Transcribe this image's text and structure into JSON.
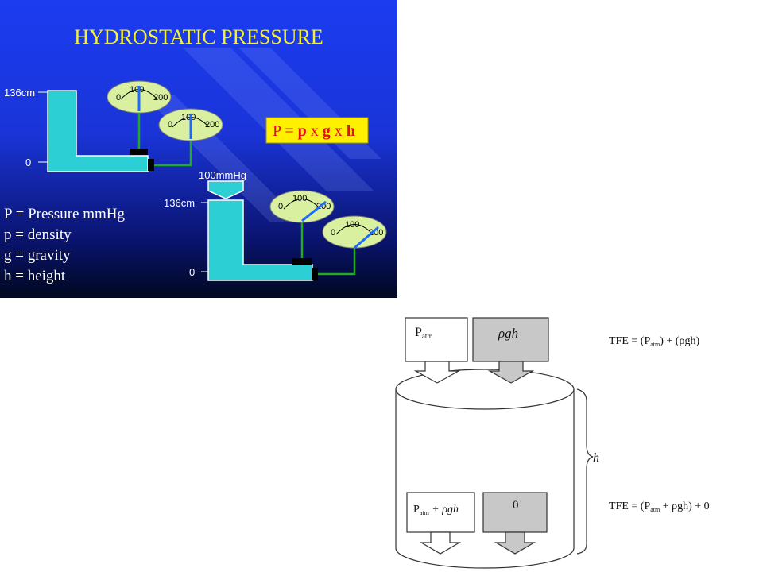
{
  "slide": {
    "title": "HYDROSTATIC PRESSURE",
    "formula": {
      "lhs": "P = ",
      "p": "p",
      "x1": " x ",
      "g": "g",
      "x2": " x ",
      "h": "h"
    },
    "tank1": {
      "top_label": "136cm",
      "bottom_label": "0"
    },
    "tank2": {
      "top_label": "136cm",
      "bottom_label": "0",
      "applied_label": "100mmHg"
    },
    "gauge_scale": {
      "min": "0",
      "mid": "100",
      "max": "200"
    },
    "legend": [
      "P = Pressure mmHg",
      "p =  density",
      "g = gravity",
      "h = height"
    ],
    "colors": {
      "background_top": "#1b3cf0",
      "background_bottom": "#000820",
      "title": "#f5f03a",
      "water": "#2cd0d4",
      "gauge": "#d8f0a0",
      "needle": "#1e6cff",
      "pipe": "#22aa22",
      "formula_bg": "#fff000",
      "formula_red": "#e01010"
    }
  },
  "figure": {
    "top_left_box": {
      "P": "P",
      "sub": "atm"
    },
    "top_right_box": {
      "text": "ρgh"
    },
    "bottom_left_box": {
      "P": "P",
      "sub": "atm",
      "rest": " + ρgh"
    },
    "bottom_right_box": {
      "text": "0"
    },
    "height_label": "h",
    "eq_top": {
      "a": "TFE = (P",
      "sub": "atm",
      "b": ") + (ρgh)"
    },
    "eq_bottom": {
      "a": "TFE = (P",
      "sub": "atm",
      "b": " + ρgh) +  0"
    }
  }
}
